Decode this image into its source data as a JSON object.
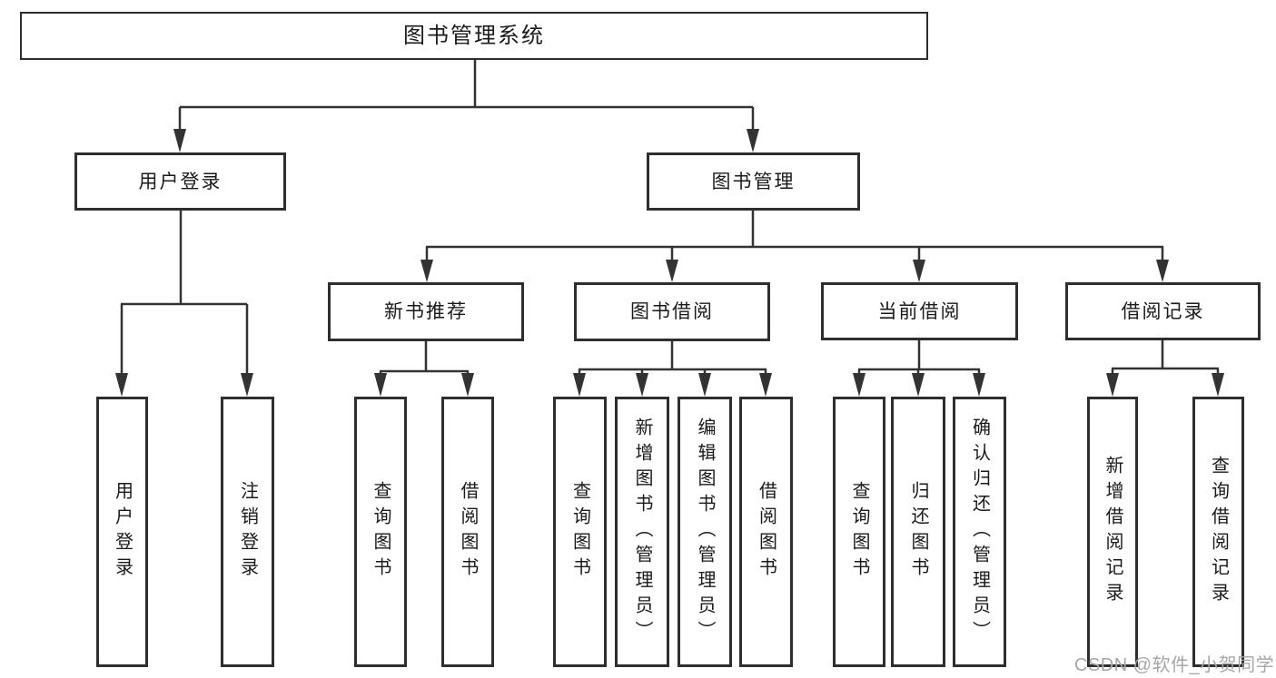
{
  "diagram": {
    "root": {
      "label": "图书管理系统"
    },
    "branches": [
      {
        "label": "用户登录",
        "children": [
          {
            "label": "用户登录"
          },
          {
            "label": "注销登录"
          }
        ]
      },
      {
        "label": "图书管理",
        "sections": [
          {
            "label": "新书推荐",
            "children": [
              {
                "label": "查询图书"
              },
              {
                "label": "借阅图书"
              }
            ]
          },
          {
            "label": "图书借阅",
            "children": [
              {
                "label": "查询图书"
              },
              {
                "label": "新增图书（管理员）"
              },
              {
                "label": "编辑图书（管理员）"
              },
              {
                "label": "借阅图书"
              }
            ]
          },
          {
            "label": "当前借阅",
            "children": [
              {
                "label": "查询图书"
              },
              {
                "label": "归还图书"
              },
              {
                "label": "确认归还（管理员）"
              }
            ]
          },
          {
            "label": "借阅记录",
            "children": [
              {
                "label": "新增借阅记录"
              },
              {
                "label": "查询借阅记录"
              }
            ]
          }
        ]
      }
    ],
    "watermark": "CSDN @软件_小贺同学",
    "colors": {
      "line": "#333333",
      "text": "#1a1a1a",
      "background": "#ffffff",
      "watermark": "#a6a6a6"
    }
  }
}
